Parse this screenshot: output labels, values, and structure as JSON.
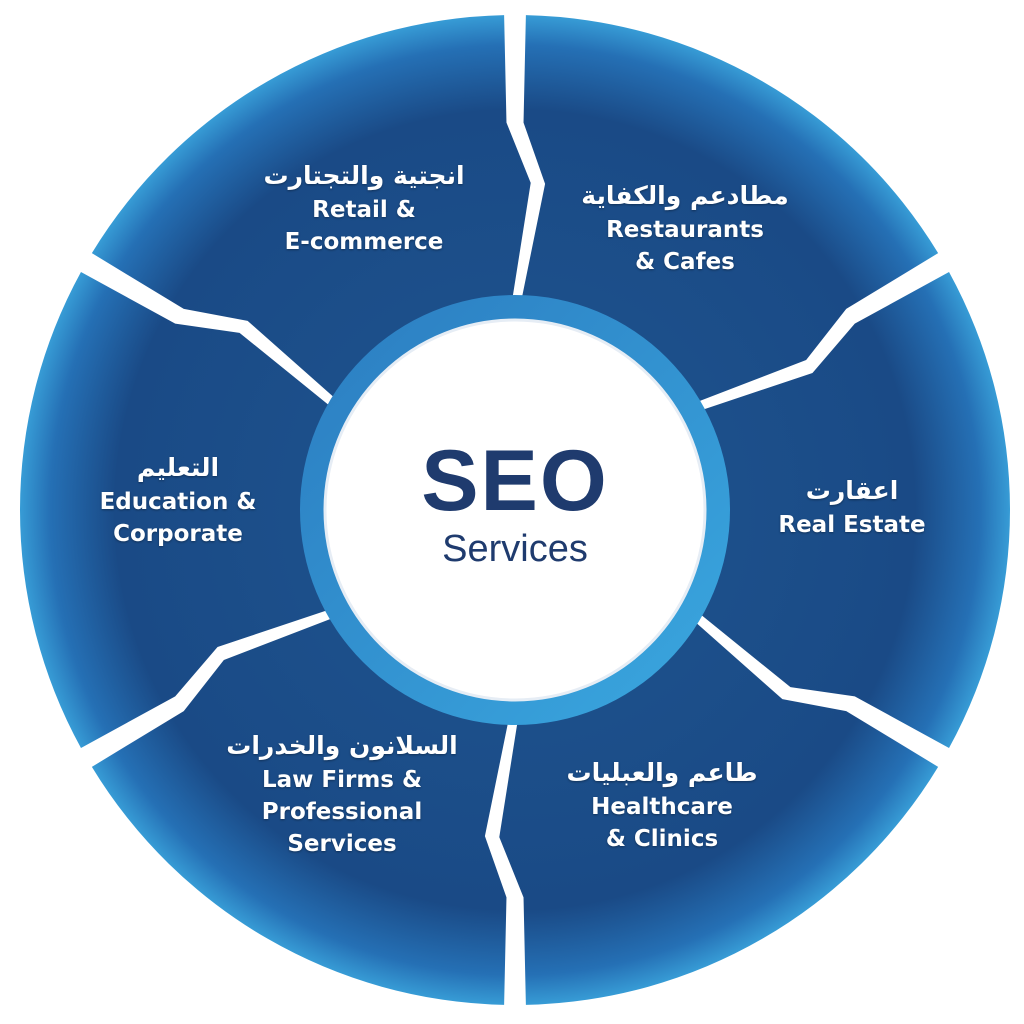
{
  "center": {
    "title": "SEO",
    "subtitle": "Services"
  },
  "segments": [
    {
      "ar": "انجتية والتجتارت",
      "en": "Retail &\nE-commerce"
    },
    {
      "ar": "مطادعم والكفاية",
      "en": "Restaurants\n& Cafes"
    },
    {
      "ar": "اعقارت",
      "en": "Real Estate"
    },
    {
      "ar": "طاعم والعبليات",
      "en": "Healthcare\n& Clinics"
    },
    {
      "ar": "السلانون والخدرات",
      "en": "Law Firms &\nProfessional\nServices"
    },
    {
      "ar": "التعليم",
      "en": "Education &\nCorporate"
    }
  ],
  "colors": {
    "dark": "#173e73",
    "mid": "#1f5c9c",
    "light": "#3aa3db",
    "text": "#1f3b6e"
  }
}
